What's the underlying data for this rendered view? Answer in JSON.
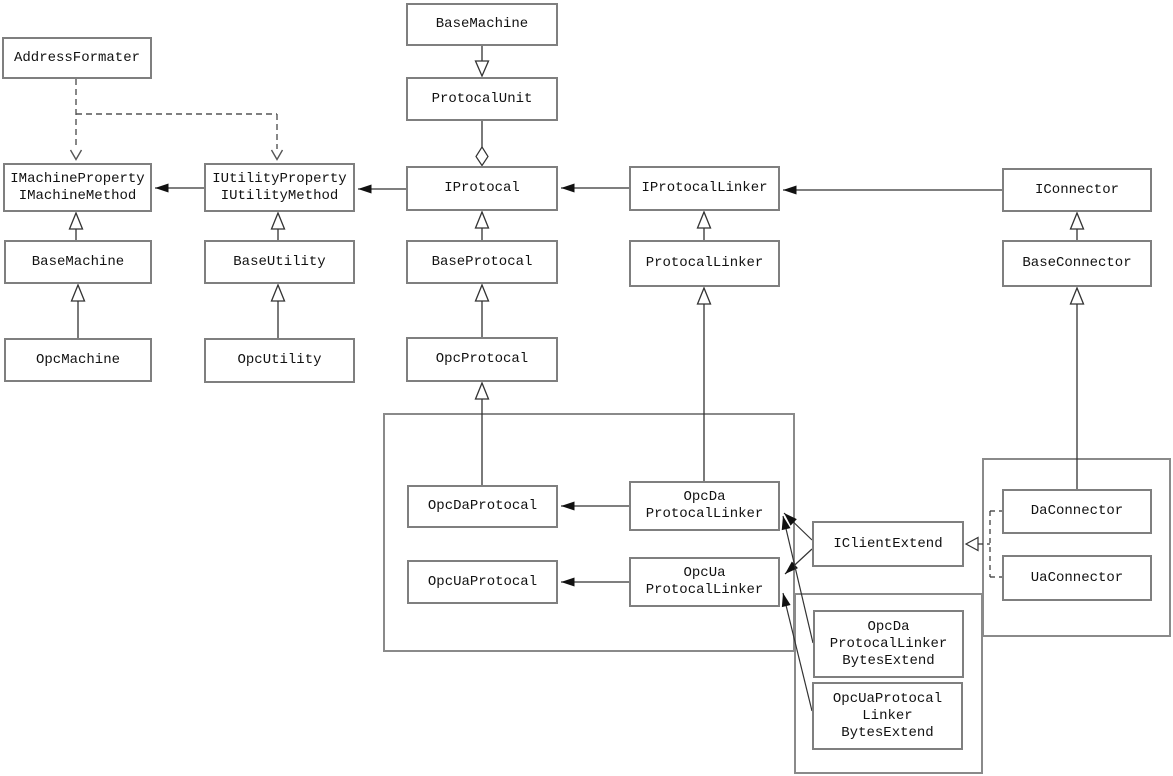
{
  "diagram": {
    "type": "uml-class-diagram",
    "colors": {
      "background": "#ffffff",
      "box_border": "#7f7f7f",
      "connector_line": "#333333",
      "dashed_line": "#555555",
      "text": "#111111"
    },
    "nodes": {
      "addressFormater": {
        "lines": [
          "AddressFormater"
        ]
      },
      "iMachine": {
        "lines": [
          "IMachineProperty",
          "IMachineMethod"
        ]
      },
      "iUtility": {
        "lines": [
          "IUtilityProperty",
          "IUtilityMethod"
        ]
      },
      "baseMachineLeft": {
        "lines": [
          "BaseMachine"
        ]
      },
      "baseUtility": {
        "lines": [
          "BaseUtility"
        ]
      },
      "opcMachine": {
        "lines": [
          "OpcMachine"
        ]
      },
      "opcUtility": {
        "lines": [
          "OpcUtility"
        ]
      },
      "baseMachineTop": {
        "lines": [
          "BaseMachine"
        ]
      },
      "protocalUnit": {
        "lines": [
          "ProtocalUnit"
        ]
      },
      "iProtocal": {
        "lines": [
          "IProtocal"
        ]
      },
      "baseProtocal": {
        "lines": [
          "BaseProtocal"
        ]
      },
      "opcProtocal": {
        "lines": [
          "OpcProtocal"
        ]
      },
      "iProtocalLinker": {
        "lines": [
          "IProtocalLinker"
        ]
      },
      "protocalLinker": {
        "lines": [
          "ProtocalLinker"
        ]
      },
      "iConnector": {
        "lines": [
          "IConnector"
        ]
      },
      "baseConnector": {
        "lines": [
          "BaseConnector"
        ]
      },
      "opcDaProtocal": {
        "lines": [
          "OpcDaProtocal"
        ]
      },
      "opcUaProtocal": {
        "lines": [
          "OpcUaProtocal"
        ]
      },
      "opcDaLinker": {
        "lines": [
          "OpcDa",
          "ProtocalLinker"
        ]
      },
      "opcUaLinker": {
        "lines": [
          "OpcUa",
          "ProtocalLinker"
        ]
      },
      "iClientExtend": {
        "lines": [
          "IClientExtend"
        ]
      },
      "daConnector": {
        "lines": [
          "DaConnector"
        ]
      },
      "uaConnector": {
        "lines": [
          "UaConnector"
        ]
      },
      "opcDaBytes": {
        "lines": [
          "OpcDa",
          "ProtocalLinker",
          "BytesExtend"
        ]
      },
      "opcUaBytes": {
        "lines": [
          "OpcUaProtocal",
          "Linker",
          "BytesExtend"
        ]
      }
    },
    "edges": [
      {
        "from": "AddressFormater",
        "to": "IMachineProperty/IMachineMethod",
        "type": "dashed-dependency"
      },
      {
        "from": "AddressFormater",
        "to": "IUtilityProperty/IUtilityMethod",
        "type": "dashed-dependency"
      },
      {
        "from": "IUtilityProperty/IUtilityMethod",
        "to": "IMachineProperty/IMachineMethod",
        "type": "association-filled-arrow"
      },
      {
        "from": "IProtocal",
        "to": "IUtilityProperty/IUtilityMethod",
        "type": "association-filled-arrow"
      },
      {
        "from": "IProtocalLinker",
        "to": "IProtocal",
        "type": "association-filled-arrow"
      },
      {
        "from": "IConnector",
        "to": "IProtocalLinker",
        "type": "association-filled-arrow"
      },
      {
        "from": "BaseMachine(left)",
        "to": "IMachineProperty/IMachineMethod",
        "type": "inheritance-hollow-triangle"
      },
      {
        "from": "OpcMachine",
        "to": "BaseMachine(left)",
        "type": "inheritance-hollow-triangle"
      },
      {
        "from": "BaseUtility",
        "to": "IUtilityProperty/IUtilityMethod",
        "type": "inheritance-hollow-triangle"
      },
      {
        "from": "OpcUtility",
        "to": "BaseUtility",
        "type": "inheritance-hollow-triangle"
      },
      {
        "from": "BaseMachine(top)",
        "to": "ProtocalUnit",
        "type": "hollow-triangle-down"
      },
      {
        "from": "ProtocalUnit",
        "to": "IProtocal",
        "type": "aggregation-hollow-diamond"
      },
      {
        "from": "BaseProtocal",
        "to": "IProtocal",
        "type": "inheritance-hollow-triangle"
      },
      {
        "from": "OpcProtocal",
        "to": "BaseProtocal",
        "type": "inheritance-hollow-triangle"
      },
      {
        "from": "OpcDaProtocal",
        "to": "OpcProtocal",
        "type": "inheritance-hollow-triangle"
      },
      {
        "from": "ProtocalLinker",
        "to": "IProtocalLinker",
        "type": "inheritance-hollow-triangle"
      },
      {
        "from": "OpcDaProtocalLinker",
        "to": "ProtocalLinker",
        "type": "inheritance-hollow-triangle"
      },
      {
        "from": "BaseConnector",
        "to": "IConnector",
        "type": "inheritance-hollow-triangle"
      },
      {
        "from": "DaConnector",
        "to": "BaseConnector",
        "type": "inheritance-hollow-triangle"
      },
      {
        "from": "OpcDaProtocalLinker",
        "to": "OpcDaProtocal",
        "type": "association-filled-arrow"
      },
      {
        "from": "OpcUaProtocalLinker",
        "to": "OpcUaProtocal",
        "type": "association-filled-arrow"
      },
      {
        "from": "IClientExtend",
        "to": "OpcDaProtocalLinker",
        "type": "association-filled-arrow"
      },
      {
        "from": "IClientExtend",
        "to": "OpcUaProtocalLinker",
        "type": "association-filled-arrow"
      },
      {
        "from": "OpcDaProtocalLinkerBytesExtend",
        "to": "OpcDaProtocalLinker",
        "type": "association-filled-arrow"
      },
      {
        "from": "OpcUaProtocalLinkerBytesExtend",
        "to": "OpcUaProtocalLinker",
        "type": "association-filled-arrow"
      },
      {
        "from": "DaConnector",
        "to": "IClientExtend",
        "type": "dashed-realization-hollow-triangle"
      },
      {
        "from": "UaConnector",
        "to": "IClientExtend",
        "type": "dashed-realization-hollow-triangle"
      }
    ]
  }
}
